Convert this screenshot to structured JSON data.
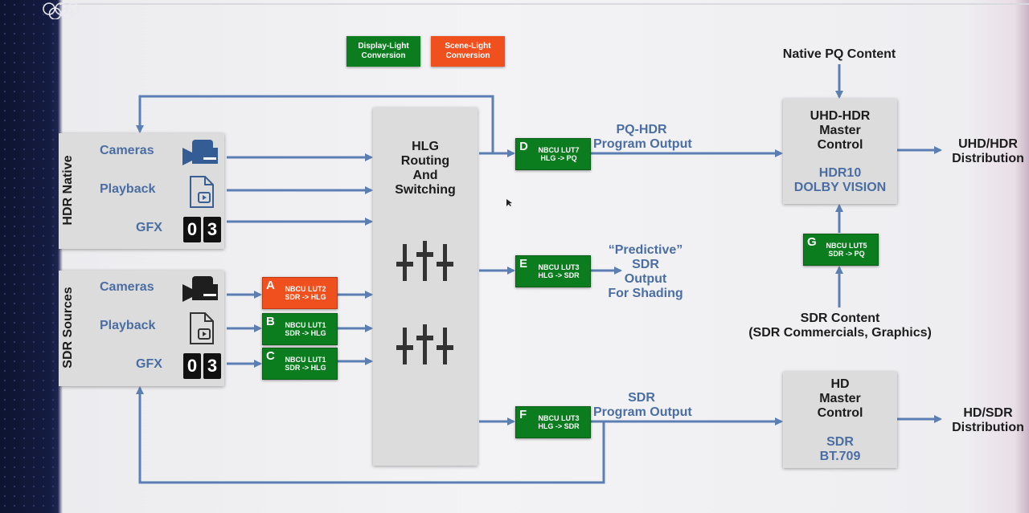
{
  "legend": {
    "display_light": "Display-Light\nConversion",
    "scene_light": "Scene-Light\nConversion"
  },
  "hdr_native": {
    "title": "HDR Native",
    "cameras": "Cameras",
    "playback": "Playback",
    "gfx": "GFX",
    "counter_digits": [
      "0",
      "3"
    ]
  },
  "sdr_sources": {
    "title": "SDR Sources",
    "cameras": "Cameras",
    "playback": "Playback",
    "gfx": "GFX",
    "counter_digits": [
      "0",
      "3"
    ]
  },
  "router": {
    "line1": "HLG",
    "line2": "Routing",
    "line3": "And",
    "line4": "Switching"
  },
  "luts": {
    "A": {
      "letter": "A",
      "name": "NBCU LUT2",
      "conv": "SDR -> HLG"
    },
    "B": {
      "letter": "B",
      "name": "NBCU LUT1",
      "conv": "SDR -> HLG"
    },
    "C": {
      "letter": "C",
      "name": "NBCU LUT1",
      "conv": "SDR -> HLG"
    },
    "D": {
      "letter": "D",
      "name": "NBCU LUT7",
      "conv": "HLG -> PQ"
    },
    "E": {
      "letter": "E",
      "name": "NBCU LUT3",
      "conv": "HLG -> SDR"
    },
    "F": {
      "letter": "F",
      "name": "NBCU LUT3",
      "conv": "HLG -> SDR"
    },
    "G": {
      "letter": "G",
      "name": "NBCU LUT5",
      "conv": "SDR -> PQ"
    }
  },
  "outputs": {
    "pq_line1": "PQ-HDR",
    "pq_line2": "Program Output",
    "pred_line1": "“Predictive”",
    "pred_line2": "SDR",
    "pred_line3": "Output",
    "pred_line4": "For Shading",
    "sdr_line1": "SDR",
    "sdr_line2": "Program Output"
  },
  "uhd_master": {
    "line1": "UHD-HDR",
    "line2": "Master",
    "line3": "Control",
    "fmt1": "HDR10",
    "fmt2": "DOLBY VISION"
  },
  "hd_master": {
    "line1": "HD",
    "line2": "Master",
    "line3": "Control",
    "fmt1": "SDR",
    "fmt2": "BT.709"
  },
  "native_pq": "Native PQ Content",
  "sdr_content": {
    "line1": "SDR Content",
    "line2": "(SDR Commercials, Graphics)"
  },
  "distribution": {
    "uhd1": "UHD/HDR",
    "uhd2": "Distribution",
    "hd1": "HD/SDR",
    "hd2": "Distribution"
  },
  "colors": {
    "green": "#0b7d1f",
    "orange": "#f0501e",
    "arrow": "#5b7fb3",
    "label_blue": "#4a6ea3"
  }
}
